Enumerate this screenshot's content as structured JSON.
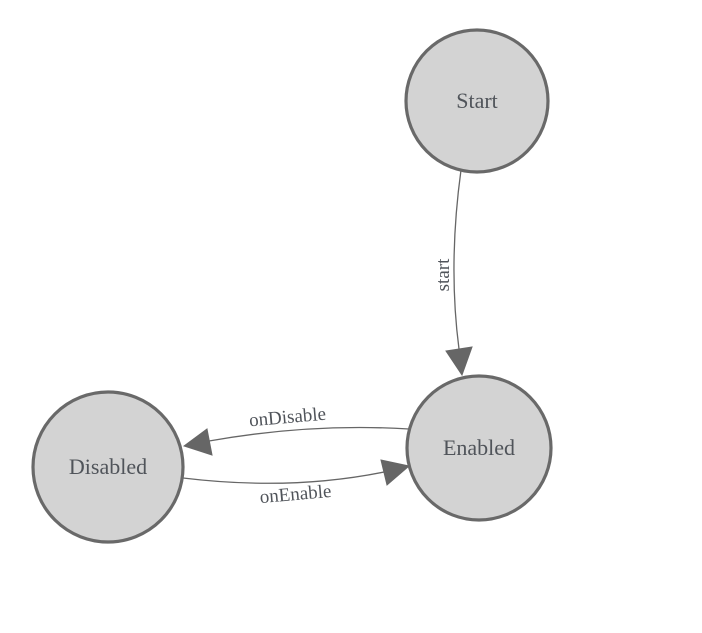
{
  "colors": {
    "background": "#ffffff",
    "node_fill": "#d3d3d3",
    "node_stroke": "#696969",
    "edge_stroke": "#666666",
    "label_text": "#50545a"
  },
  "diagram": {
    "type": "state-machine",
    "states": [
      {
        "id": "start",
        "label": "Start"
      },
      {
        "id": "enabled",
        "label": "Enabled"
      },
      {
        "id": "disabled",
        "label": "Disabled"
      }
    ],
    "transitions": [
      {
        "from": "Start",
        "to": "Enabled",
        "label": "start"
      },
      {
        "from": "Enabled",
        "to": "Disabled",
        "label": "onDisable"
      },
      {
        "from": "Disabled",
        "to": "Enabled",
        "label": "onEnable"
      }
    ]
  }
}
